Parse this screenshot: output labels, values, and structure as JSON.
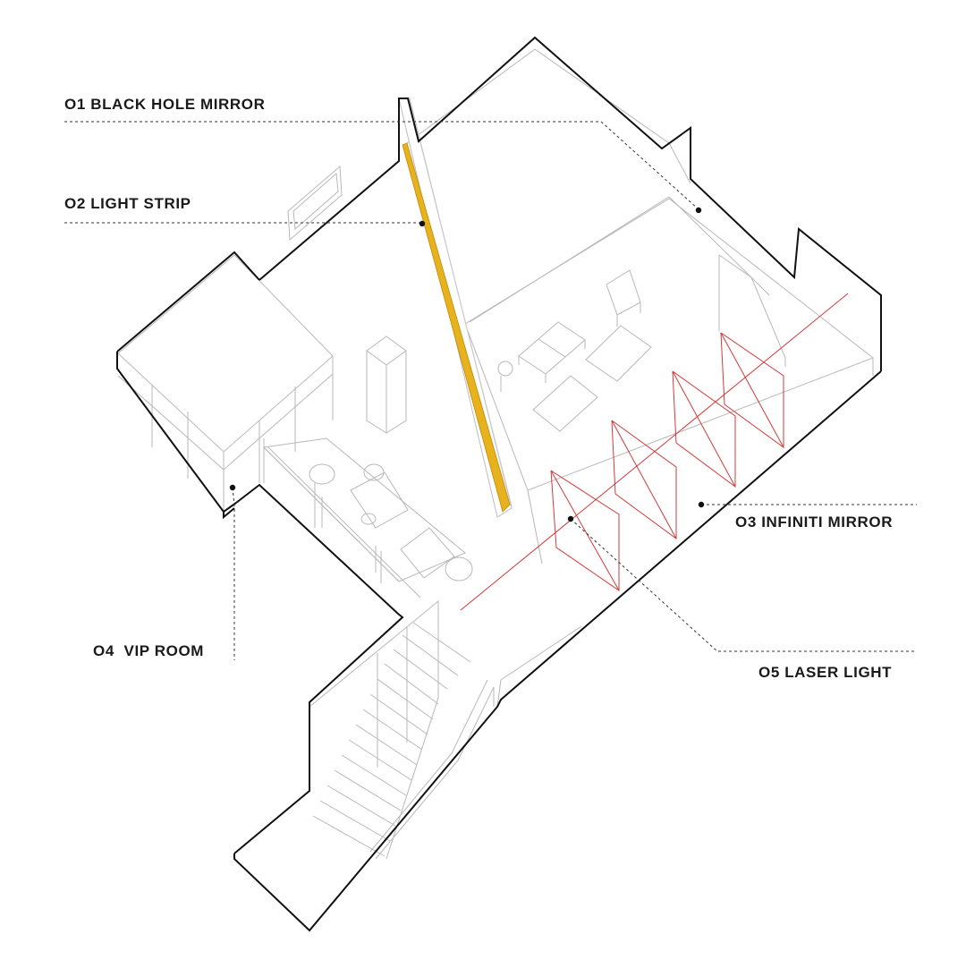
{
  "callouts": {
    "black_hole_mirror": "O1 BLACK HOLE MIRROR",
    "light_strip": "O2 LIGHT STRIP",
    "infiniti_mirror": "O3 INFINITI MIRROR",
    "vip_room": "O4  VIP ROOM",
    "laser_light": "O5 LASER LIGHT"
  },
  "colors": {
    "outline": "#111111",
    "thin_line": "#b8b8b8",
    "light_strip": "#e8b21e",
    "laser": "#d23a3a",
    "leader": "#333333"
  }
}
